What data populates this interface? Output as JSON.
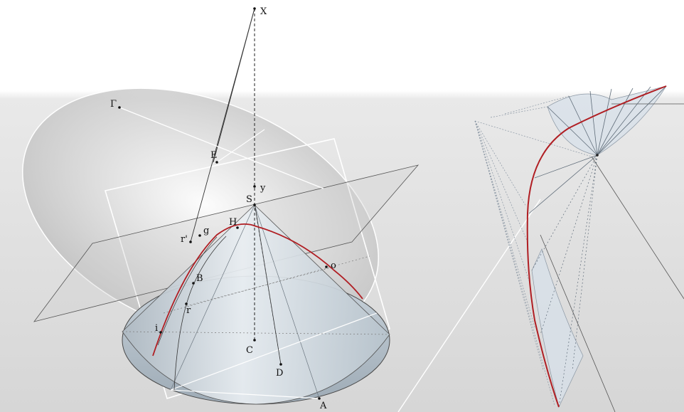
{
  "labels": {
    "X": "X",
    "gamma": "Γ",
    "E": "E",
    "y": "y",
    "S": "S",
    "H": "H",
    "g": "g",
    "r_prime": "r'",
    "o": "o",
    "B": "B",
    "r": "r",
    "i": "i",
    "C": "C",
    "D": "D",
    "A": "A"
  },
  "colors": {
    "curve": "#b01e23",
    "line": "#3a3a3a",
    "white_line": "#ffffff",
    "cone_fill": "#c9d4dc",
    "sheet_fill": "#d7e0ea"
  }
}
